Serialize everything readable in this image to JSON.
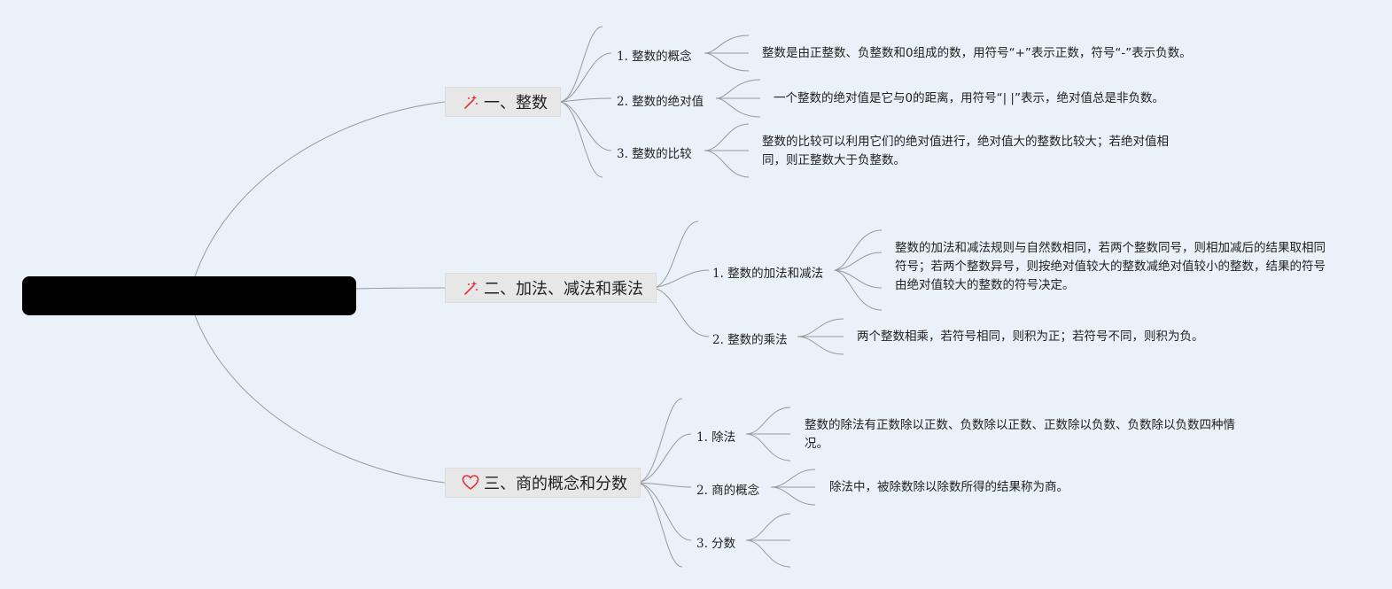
{
  "map": {
    "root": {
      "label": ""
    },
    "branches": [
      {
        "title": "一、整数",
        "icon": "magic-wand-icon",
        "items": [
          {
            "label": "1. 整数的概念",
            "detail": "整数是由正整数、负整数和0组成的数，用符号“+”表示正数，符号“-”表示负数。"
          },
          {
            "label": "2. 整数的绝对值",
            "detail": "一个整数的绝对值是它与0的距离，用符号“| |”表示，绝对值总是非负数。"
          },
          {
            "label": "3. 整数的比较",
            "detail": "整数的比较可以利用它们的绝对值进行，绝对值大的整数比较大；若绝对值相同，则正整数大于负整数。"
          }
        ]
      },
      {
        "title": "二、加法、减法和乘法",
        "icon": "magic-wand-icon",
        "items": [
          {
            "label": "1. 整数的加法和减法",
            "detail": "整数的加法和减法规则与自然数相同，若两个整数同号，则相加减后的结果取相同符号；若两个整数异号，则按绝对值较大的整数减绝对值较小的整数，结果的符号由绝对值较大的整数的符号决定。"
          },
          {
            "label": "2. 整数的乘法",
            "detail": "两个整数相乘，若符号相同，则积为正；若符号不同，则积为负。"
          }
        ]
      },
      {
        "title": "三、商的概念和分数",
        "icon": "heart-icon",
        "items": [
          {
            "label": "1. 除法",
            "detail": "整数的除法有正数除以正数、负数除以正数、正数除以负数、负数除以负数四种情况。"
          },
          {
            "label": "2. 商的概念",
            "detail": "除法中，被除数除以除数所得的结果称为商。"
          },
          {
            "label": "3. 分数",
            "detail": ""
          }
        ]
      }
    ],
    "colors": {
      "background": "#eaf1f8",
      "connector": "#9a9a9a",
      "root_fill": "#000000",
      "topic_fill": "#e7e7e7",
      "icon_accent": "#e0313b"
    }
  }
}
